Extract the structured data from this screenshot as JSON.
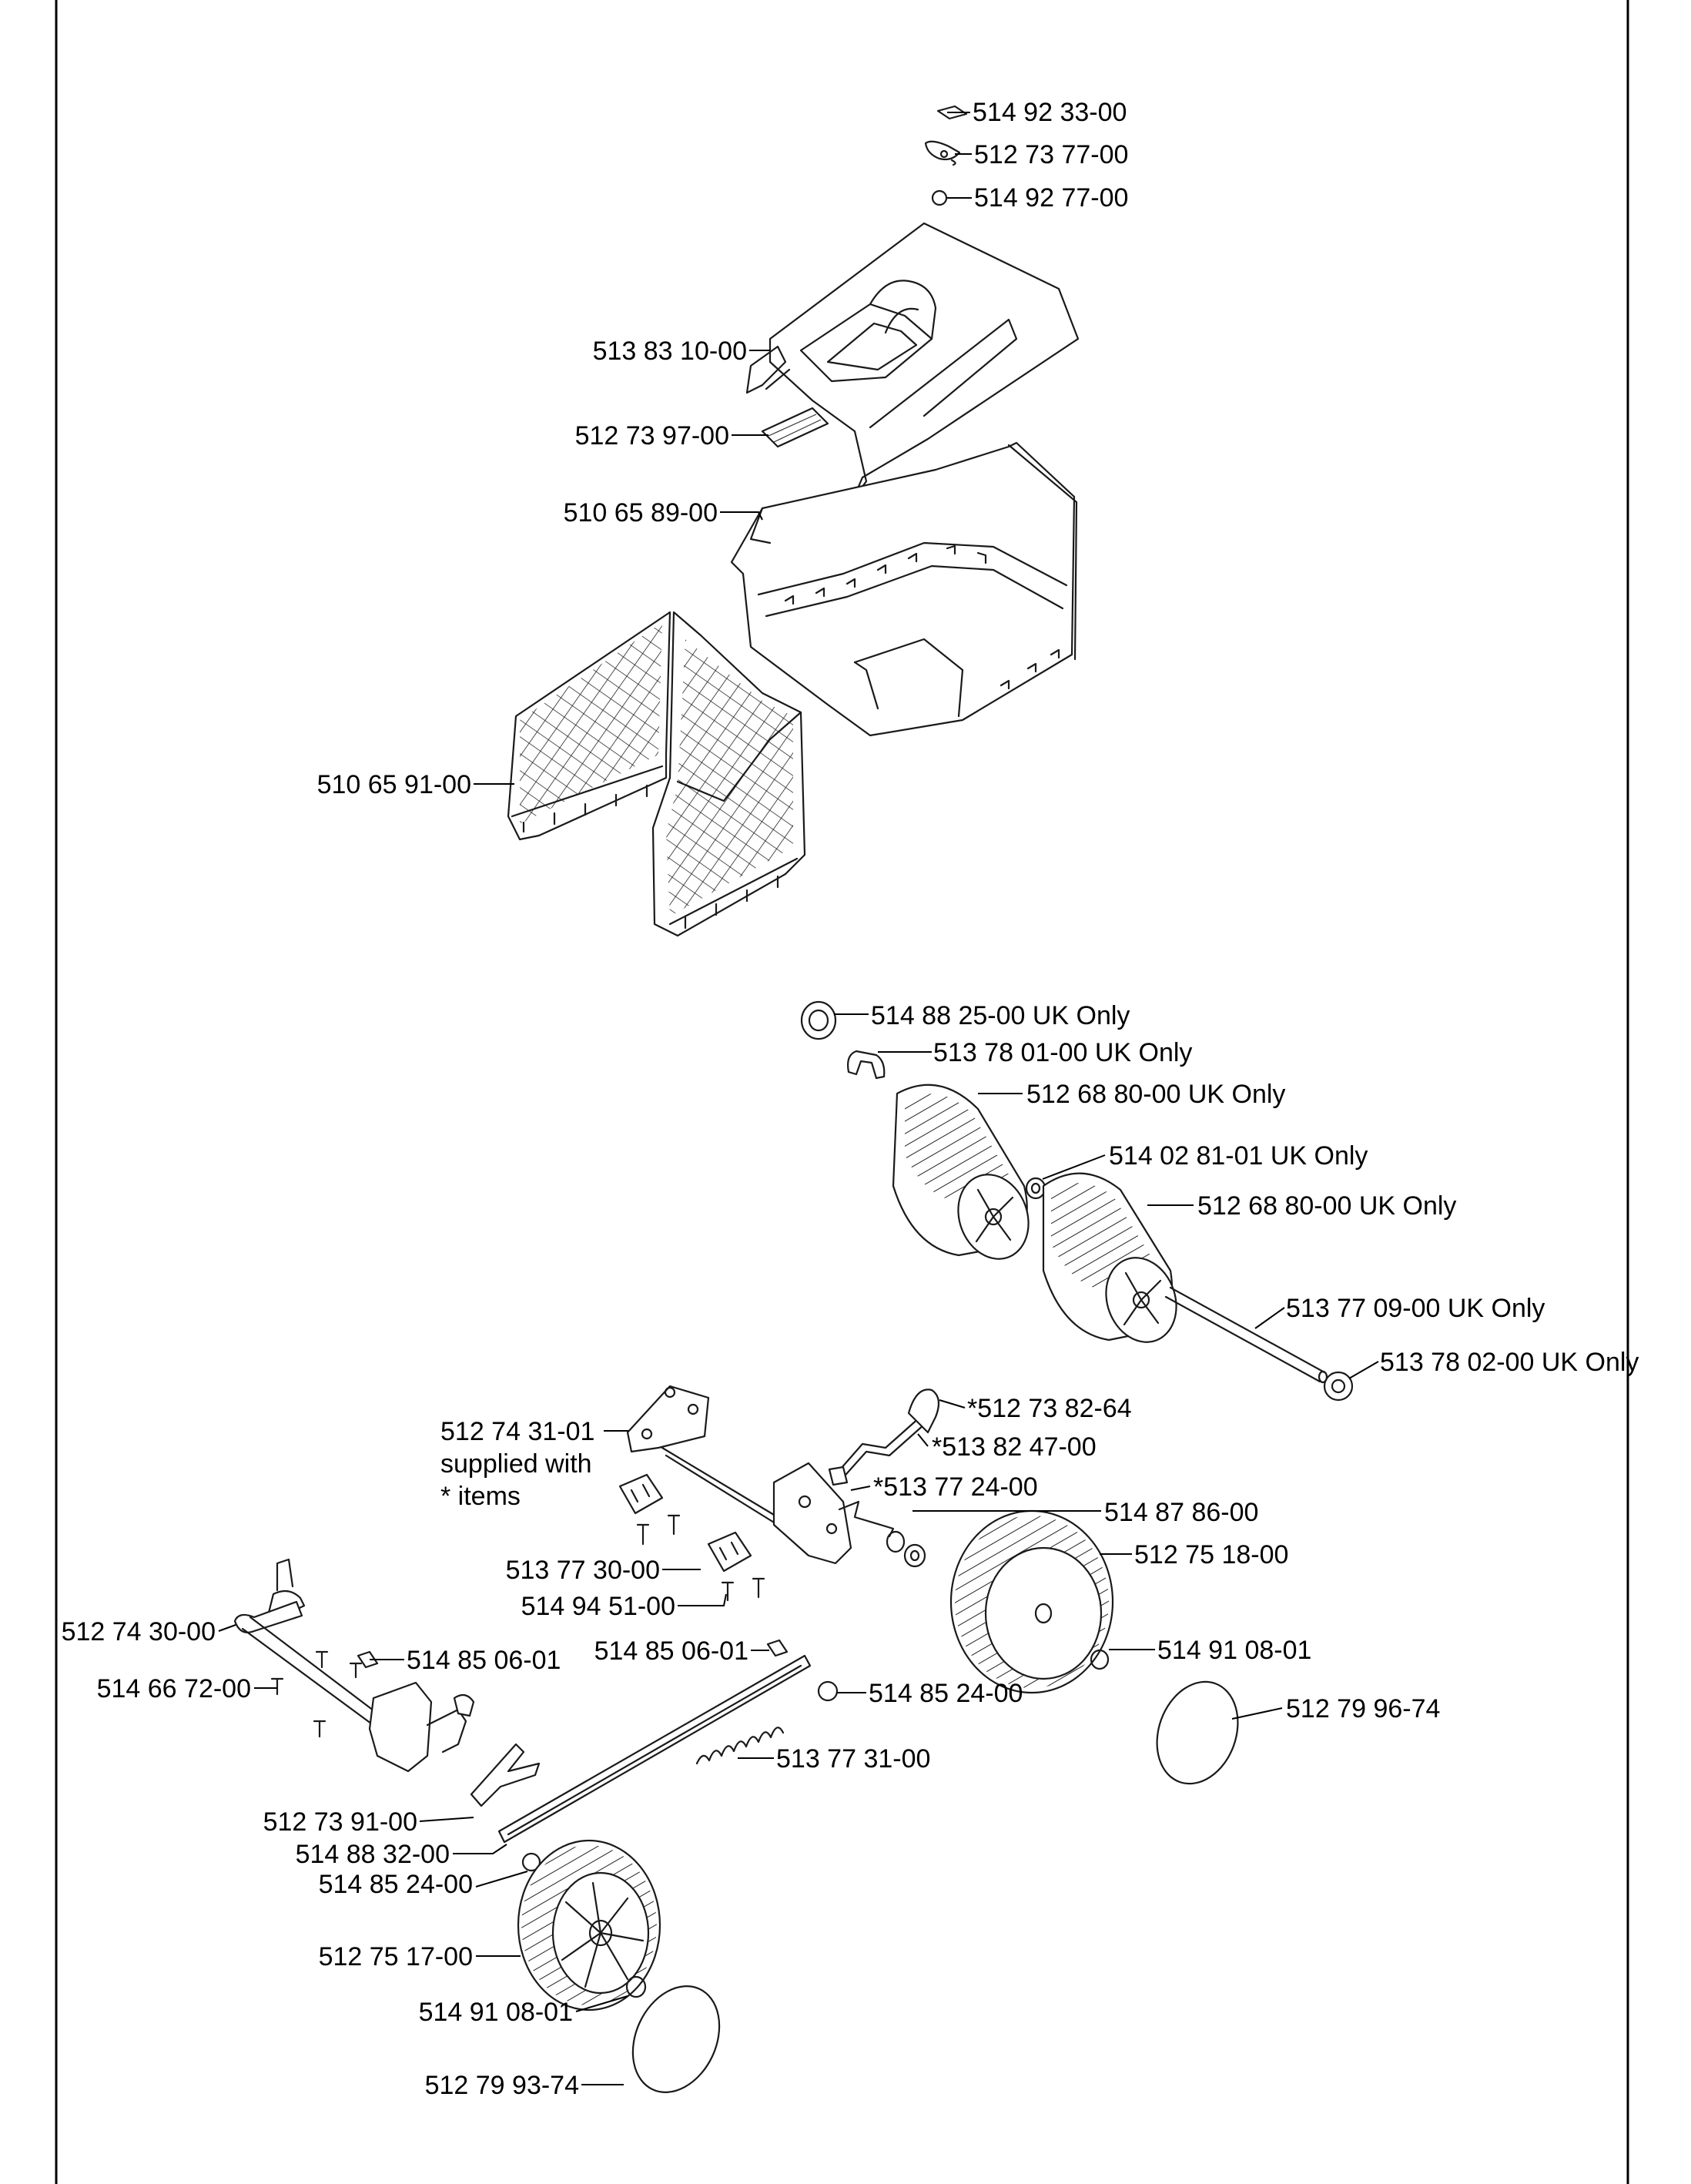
{
  "parts": {
    "p514923300": "514 92 33-00",
    "p512737700": "512 73 77-00",
    "p514927700": "514 92 77-00",
    "p513831000": "513 83 10-00",
    "p512739700": "512 73 97-00",
    "p510658900": "510 65 89-00",
    "p510659100": "510 65 91-00",
    "p514882500": "514 88 25-00 UK Only",
    "p513780100": "513 78 01-00 UK Only",
    "p512688000a": "512 68 80-00 UK Only",
    "p514028101": "514 02 81-01 UK Only",
    "p512688000b": "512 68 80-00 UK Only",
    "p513770900": "513 77 09-00 UK Only",
    "p513780200": "513 78 02-00 UK Only",
    "p512738264": "*512 73 82-64",
    "p513824700": "*513 82 47-00",
    "p512743101_l1": "512 74 31-01",
    "p512743101_l2": "supplied with",
    "p512743101_l3": "* items",
    "p513772400": "*513 77 24-00",
    "p514878600": "514 87 86-00",
    "p512751800": "512 75 18-00",
    "p513773000": "513 77 30-00",
    "p514945100": "514 94 51-00",
    "p512743000": "512 74 30-00",
    "p514850601a": "514 85 06-01",
    "p514850601b": "514 85 06-01",
    "p514910801a": "514 91 08-01",
    "p514667200": "514 66 72-00",
    "p514852400a": "514 85 24-00",
    "p512799674": "512 79 96-74",
    "p513773100": "513 77 31-00",
    "p512739100": "512 73 91-00",
    "p514883200": "514 88 32-00",
    "p514852400b": "514 85 24-00",
    "p512751700": "512 75 17-00",
    "p514910801b": "514 91 08-01",
    "p512799374": "512 79 93-74"
  }
}
